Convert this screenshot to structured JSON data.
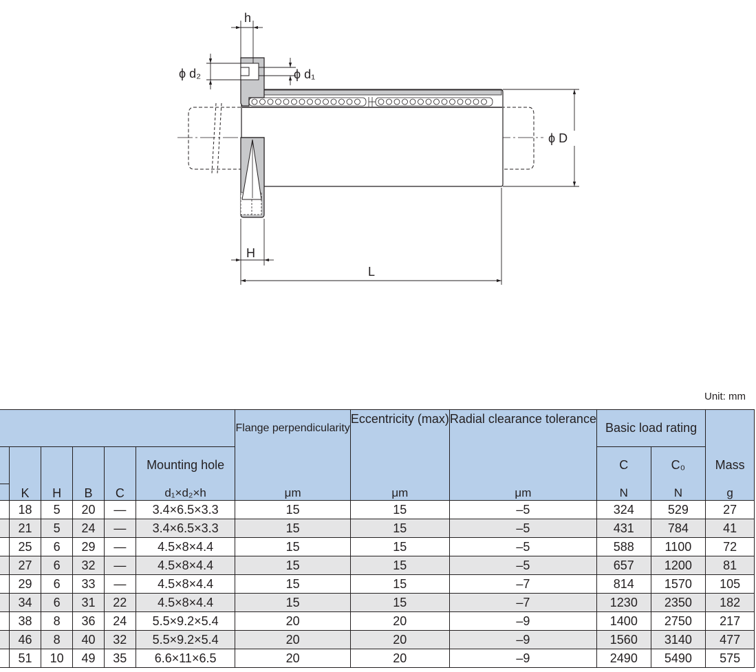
{
  "drawing": {
    "labels": {
      "h": "h",
      "d2": "ϕ d₂",
      "d1": "ϕ d₁",
      "D": "ϕ D",
      "H": "H",
      "L": "L"
    },
    "colors": {
      "line": "#231f20",
      "flange_fill": "#c8c9cb",
      "body_fill": "#ffffff"
    }
  },
  "unit_note": "Unit: mm",
  "table": {
    "header": {
      "flange": "Flange perpendicularity",
      "eccentricity": "Eccentricity (max)",
      "radial": "Radial clearance tolerance",
      "load_rating": "Basic load rating",
      "mass": "Mass",
      "mounting_hole": "Mounting hole",
      "cols": [
        "K",
        "H",
        "B",
        "C"
      ],
      "C": "C",
      "C0": "C₀",
      "units": {
        "mounting_hole": "d₁×d₂×h",
        "flange": "μm",
        "eccentricity": "μm",
        "radial": "μm",
        "C": "N",
        "C0": "N",
        "mass": "g"
      }
    },
    "rows": [
      {
        "K": "18",
        "H": "5",
        "B": "20",
        "C": "—",
        "hole": "3.4×6.5×3.3",
        "flange": "15",
        "ecc": "15",
        "radial": "–5",
        "load_C": "324",
        "load_C0": "529",
        "mass": "27"
      },
      {
        "K": "21",
        "H": "5",
        "B": "24",
        "C": "—",
        "hole": "3.4×6.5×3.3",
        "flange": "15",
        "ecc": "15",
        "radial": "–5",
        "load_C": "431",
        "load_C0": "784",
        "mass": "41"
      },
      {
        "K": "25",
        "H": "6",
        "B": "29",
        "C": "—",
        "hole": "4.5×8×4.4",
        "flange": "15",
        "ecc": "15",
        "radial": "–5",
        "load_C": "588",
        "load_C0": "1100",
        "mass": "72"
      },
      {
        "K": "27",
        "H": "6",
        "B": "32",
        "C": "—",
        "hole": "4.5×8×4.4",
        "flange": "15",
        "ecc": "15",
        "radial": "–5",
        "load_C": "657",
        "load_C0": "1200",
        "mass": "81"
      },
      {
        "K": "29",
        "H": "6",
        "B": "33",
        "C": "—",
        "hole": "4.5×8×4.4",
        "flange": "15",
        "ecc": "15",
        "radial": "–7",
        "load_C": "814",
        "load_C0": "1570",
        "mass": "105"
      },
      {
        "K": "34",
        "H": "6",
        "B": "31",
        "C": "22",
        "hole": "4.5×8×4.4",
        "flange": "15",
        "ecc": "15",
        "radial": "–7",
        "load_C": "1230",
        "load_C0": "2350",
        "mass": "182"
      },
      {
        "K": "38",
        "H": "8",
        "B": "36",
        "C": "24",
        "hole": "5.5×9.2×5.4",
        "flange": "20",
        "ecc": "20",
        "radial": "–9",
        "load_C": "1400",
        "load_C0": "2750",
        "mass": "217"
      },
      {
        "K": "46",
        "H": "8",
        "B": "40",
        "C": "32",
        "hole": "5.5×9.2×5.4",
        "flange": "20",
        "ecc": "20",
        "radial": "–9",
        "load_C": "1560",
        "load_C0": "3140",
        "mass": "477"
      },
      {
        "K": "51",
        "H": "10",
        "B": "49",
        "C": "35",
        "hole": "6.6×11×6.5",
        "flange": "20",
        "ecc": "20",
        "radial": "–9",
        "load_C": "2490",
        "load_C0": "5490",
        "mass": "575"
      }
    ]
  }
}
